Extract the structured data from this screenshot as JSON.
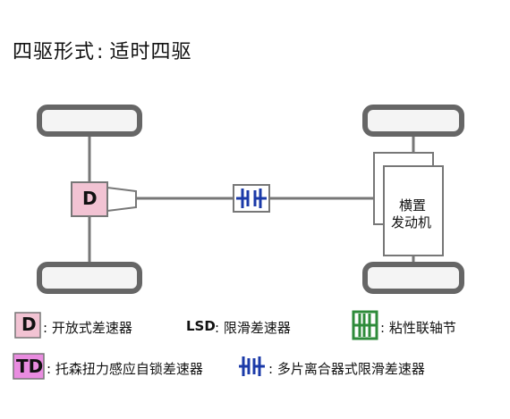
{
  "title": {
    "main": "四驱形式",
    "separator": ":",
    "value": "适时四驱"
  },
  "diagram": {
    "front_diff_label": "D",
    "engine_label_line1": "横置",
    "engine_label_line2": "发动机"
  },
  "legend": {
    "open_diff": {
      "badge": "D",
      "text": ": 开放式差速器"
    },
    "lsd": {
      "badge": "LSD",
      "text": ": 限滑差速器"
    },
    "viscous": {
      "text": ": 粘性联轴节"
    },
    "torsen": {
      "badge": "TD",
      "text": ": 托森扭力感应自锁差速器"
    },
    "multiplate": {
      "text": ": 多片离合器式限滑差速器"
    }
  },
  "colors": {
    "diff_fill": "#f2c3d3",
    "td_fill": "#e98ce0",
    "clutch_blue": "#1b3aa8",
    "viscous_green": "#2e8b3a",
    "tire_fill": "#f4f4f4",
    "tire_outline": "#666666"
  }
}
